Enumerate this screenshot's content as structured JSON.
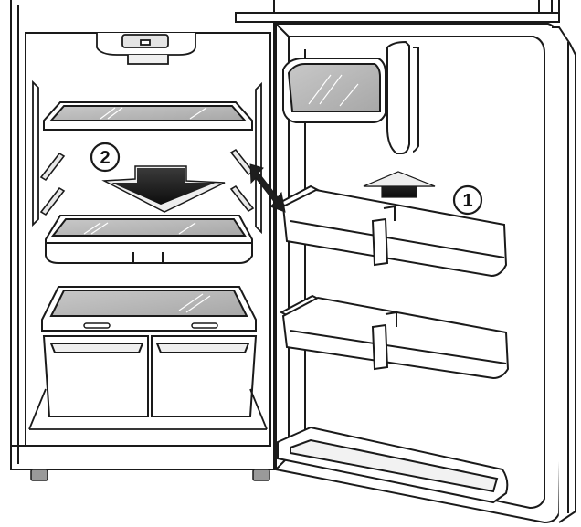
{
  "callouts": [
    {
      "label": "1",
      "meaning": "door-bin-step"
    },
    {
      "label": "2",
      "meaning": "shelf-step"
    }
  ],
  "colors": {
    "outline": "#1a1a1a",
    "glass": "#b9b9b9",
    "arrow_dark": "#1e1e1e",
    "arrow_light": "#f2f2f2",
    "cabinet_fill": "#ffffff"
  }
}
